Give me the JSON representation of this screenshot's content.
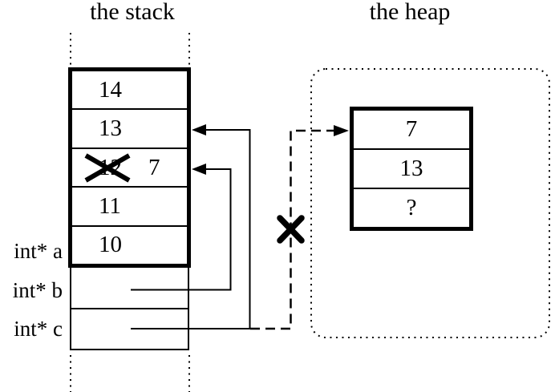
{
  "titles": {
    "stack": "the stack",
    "heap": "the heap"
  },
  "stack": {
    "cells": [
      {
        "value": "14"
      },
      {
        "value": "13"
      },
      {
        "value": "12",
        "crossed_out": true,
        "new_value": "7"
      },
      {
        "value": "11"
      },
      {
        "value": "10"
      }
    ],
    "pointer_labels": [
      {
        "text": "int* a"
      },
      {
        "text": "int* b"
      },
      {
        "text": "int* c"
      }
    ]
  },
  "heap": {
    "cells": [
      {
        "value": "7"
      },
      {
        "value": "13"
      },
      {
        "value": "?"
      }
    ]
  },
  "colors": {
    "ink": "#000000",
    "background": "#ffffff"
  }
}
